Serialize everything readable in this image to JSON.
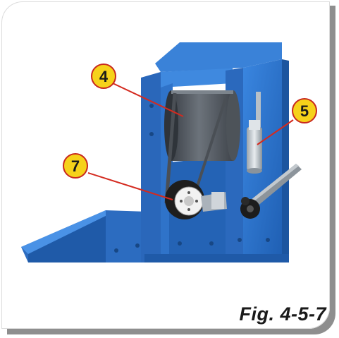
{
  "figure": {
    "caption": "Fig. 4-5-7",
    "callouts": [
      {
        "id": "4",
        "label": "4"
      },
      {
        "id": "5",
        "label": "5"
      },
      {
        "id": "7",
        "label": "7"
      }
    ]
  },
  "colors": {
    "machine_blue": "#2f73c9",
    "callout_fill": "#f6d21a",
    "callout_border": "#c8281e",
    "leader_line": "#d42a1f",
    "drum": "#5a6068"
  }
}
